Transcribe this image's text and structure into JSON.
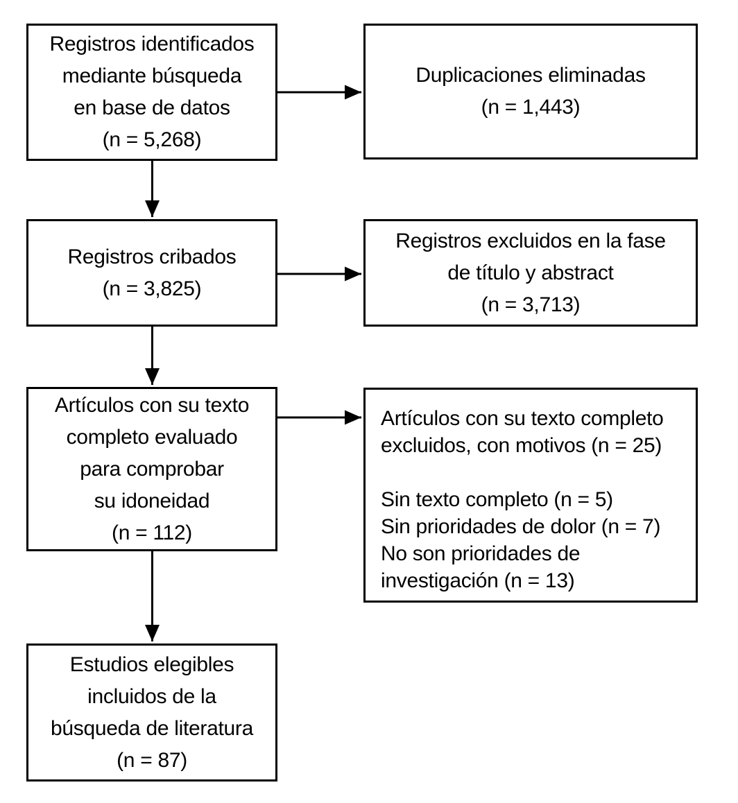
{
  "page": {
    "background": "#ffffff",
    "line_color": "#000000"
  },
  "boxes": [
    {
      "name": "records-identified",
      "text": "Registros identificados\nmediante búsqueda\nen base de datos\n(n = 5,268)"
    },
    {
      "name": "duplicates-removed",
      "text": "Duplicaciones eliminadas\n(n = 1,443)"
    },
    {
      "name": "records-screened",
      "text": "Registros cribados\n(n = 3,825)"
    },
    {
      "name": "records-excluded-title-abstract",
      "text": "Registros excluidos en la fase\nde título y abstract\n(n = 3,713)"
    },
    {
      "name": "fulltext-assessed",
      "text": "Artículos con su texto\ncompleto evaluado\npara comprobar\nsu idoneidad\n(n = 112)"
    },
    {
      "name": "fulltext-excluded-reasons",
      "text": "Artículos con su texto completo\nexcluidos, con motivos (n = 25)\n\nSin texto completo (n = 5)\nSin prioridades de dolor (n = 7)\nNo son prioridades de\ninvestigación (n = 13)"
    },
    {
      "name": "studies-included",
      "text": "Estudios elegibles\nincluidos de la\nbúsqueda de literatura\n(n = 87)"
    }
  ]
}
